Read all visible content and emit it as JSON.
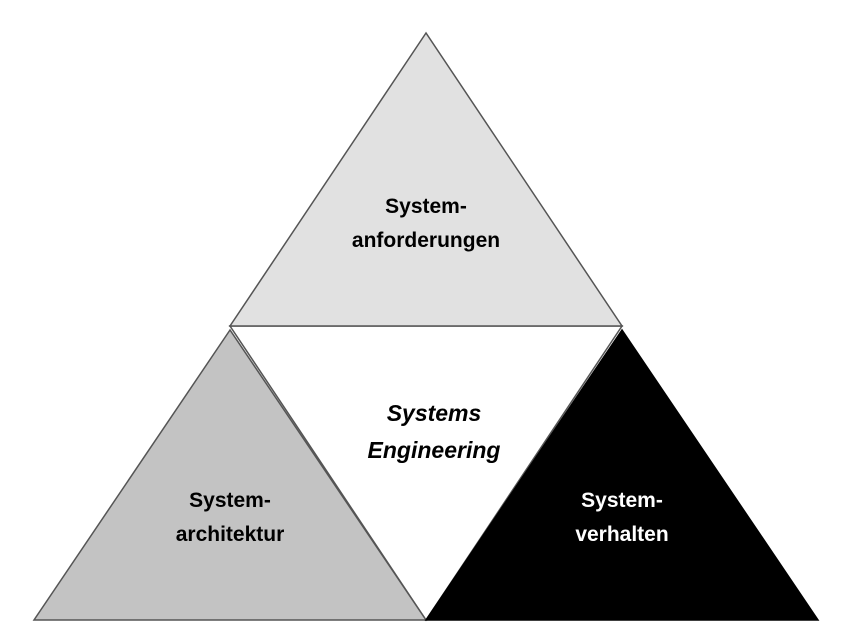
{
  "diagram": {
    "center": {
      "line1": "Systems",
      "line2": "Engineering"
    },
    "triangles": [
      {
        "key": "top",
        "line1": "System-",
        "line2": "anforderungen",
        "fill": "#e1e1e1",
        "text_color": "#000000"
      },
      {
        "key": "left",
        "line1": "System-",
        "line2": "architektur",
        "fill": "#c3c3c3",
        "text_color": "#000000"
      },
      {
        "key": "right",
        "line1": "System-",
        "line2": "verhalten",
        "fill": "#000000",
        "text_color": "#ffffff"
      }
    ],
    "outline_color": "#555555"
  }
}
